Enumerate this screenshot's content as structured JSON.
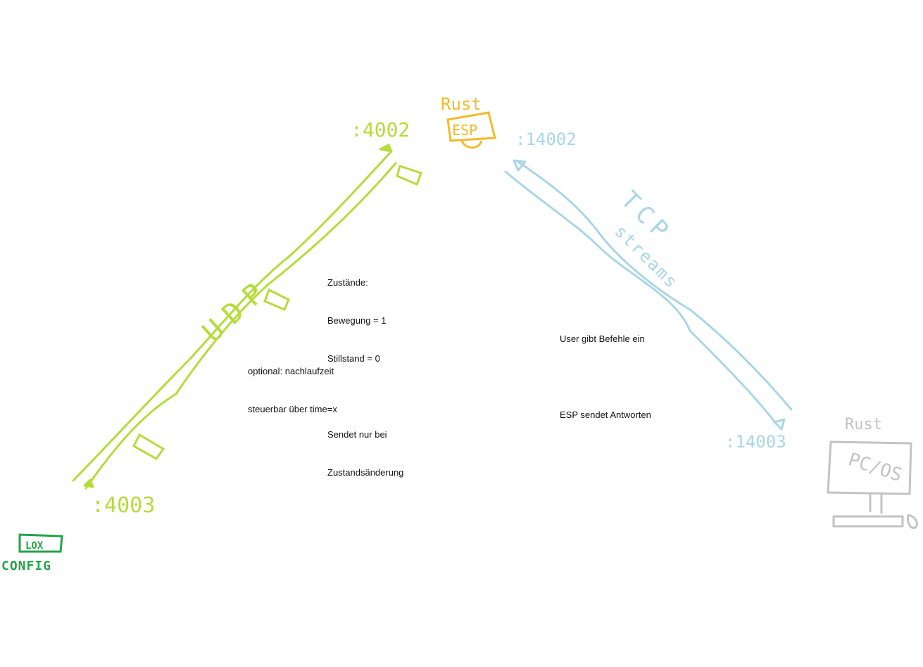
{
  "colors": {
    "udp": "#b5dc3b",
    "tcp": "#a9d6e5",
    "esp": "#f2bb2a",
    "lox": "#25a34a",
    "pc": "#c3c3c3",
    "text": "#111111"
  },
  "esp": {
    "lang": "Rust",
    "label": "ESP"
  },
  "lox": {
    "label": "LOX",
    "config": "CONFIG"
  },
  "pc": {
    "lang": "Rust",
    "label": "PC/OS"
  },
  "udp": {
    "label": "UDP",
    "port_esp": ":4002",
    "port_lox": ":4003"
  },
  "tcp": {
    "label_1": "TCP",
    "label_2": "streams",
    "port_esp": ":14002",
    "port_pc": ":14003"
  },
  "udp_notes": {
    "lines": [
      "Zustände:",
      "Bewegung = 1",
      "Stillstand = 0",
      "",
      "Sendet nur bei",
      "Zustandsänderung"
    ]
  },
  "optional_notes": {
    "lines": [
      "optional: nachlaufzeit",
      "steuerbar über time=x"
    ]
  },
  "tcp_notes": {
    "lines": [
      "User gibt Befehle ein",
      "",
      "ESP sendet Antworten"
    ]
  }
}
